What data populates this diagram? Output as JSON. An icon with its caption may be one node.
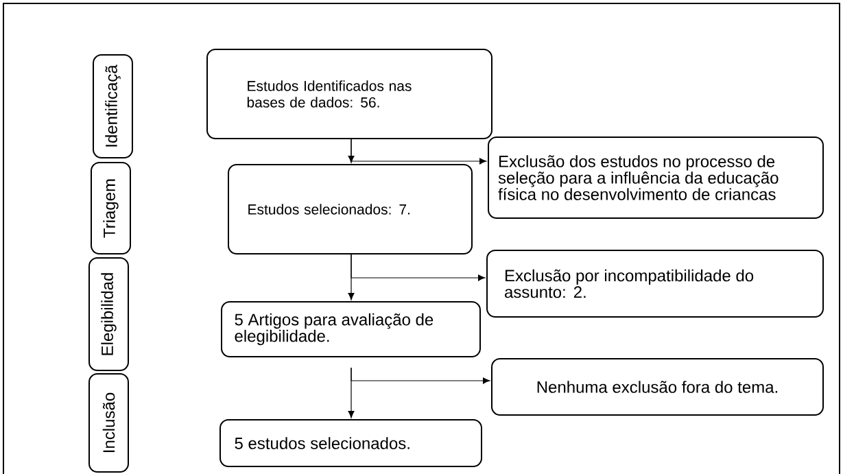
{
  "diagram": {
    "nodes": [
      {
        "text": [
          "Identificaçã"
        ]
      },
      {
        "text": [
          "Triagem"
        ]
      },
      {
        "text": [
          "Elegibilidad"
        ]
      },
      {
        "text": [
          "Inclusão"
        ]
      },
      {
        "text": [
          "Estudos Identificados nas bases de dados: 56."
        ]
      },
      {
        "text": [
          "Exclusão dos estudos no processo de seleção para a influência da educação física no desenvolvimento de criancas"
        ]
      },
      {
        "text": [
          "Estudos selecionados: 7."
        ]
      },
      {
        "text": [
          "Exclusão por incompatibilidade do assunto: 2."
        ]
      },
      {
        "text": [
          "5 Artigos para avaliação de elegibilidade."
        ]
      },
      {
        "text": [
          "Nenhuma exclusão fora do tema."
        ]
      },
      {
        "text": [
          "5 estudos selecionados."
        ]
      }
    ],
    "edges": [
      {
        "from": 4,
        "to": 6,
        "arrow": "to"
      },
      {
        "from": 4,
        "to": 5,
        "arrow": "to"
      },
      {
        "from": 6,
        "to": 8,
        "arrow": "to"
      },
      {
        "from": 6,
        "to": 7,
        "arrow": "to"
      },
      {
        "from": 8,
        "to": 10,
        "arrow": "to"
      },
      {
        "from": 8,
        "to": 9,
        "arrow": "to"
      }
    ]
  }
}
